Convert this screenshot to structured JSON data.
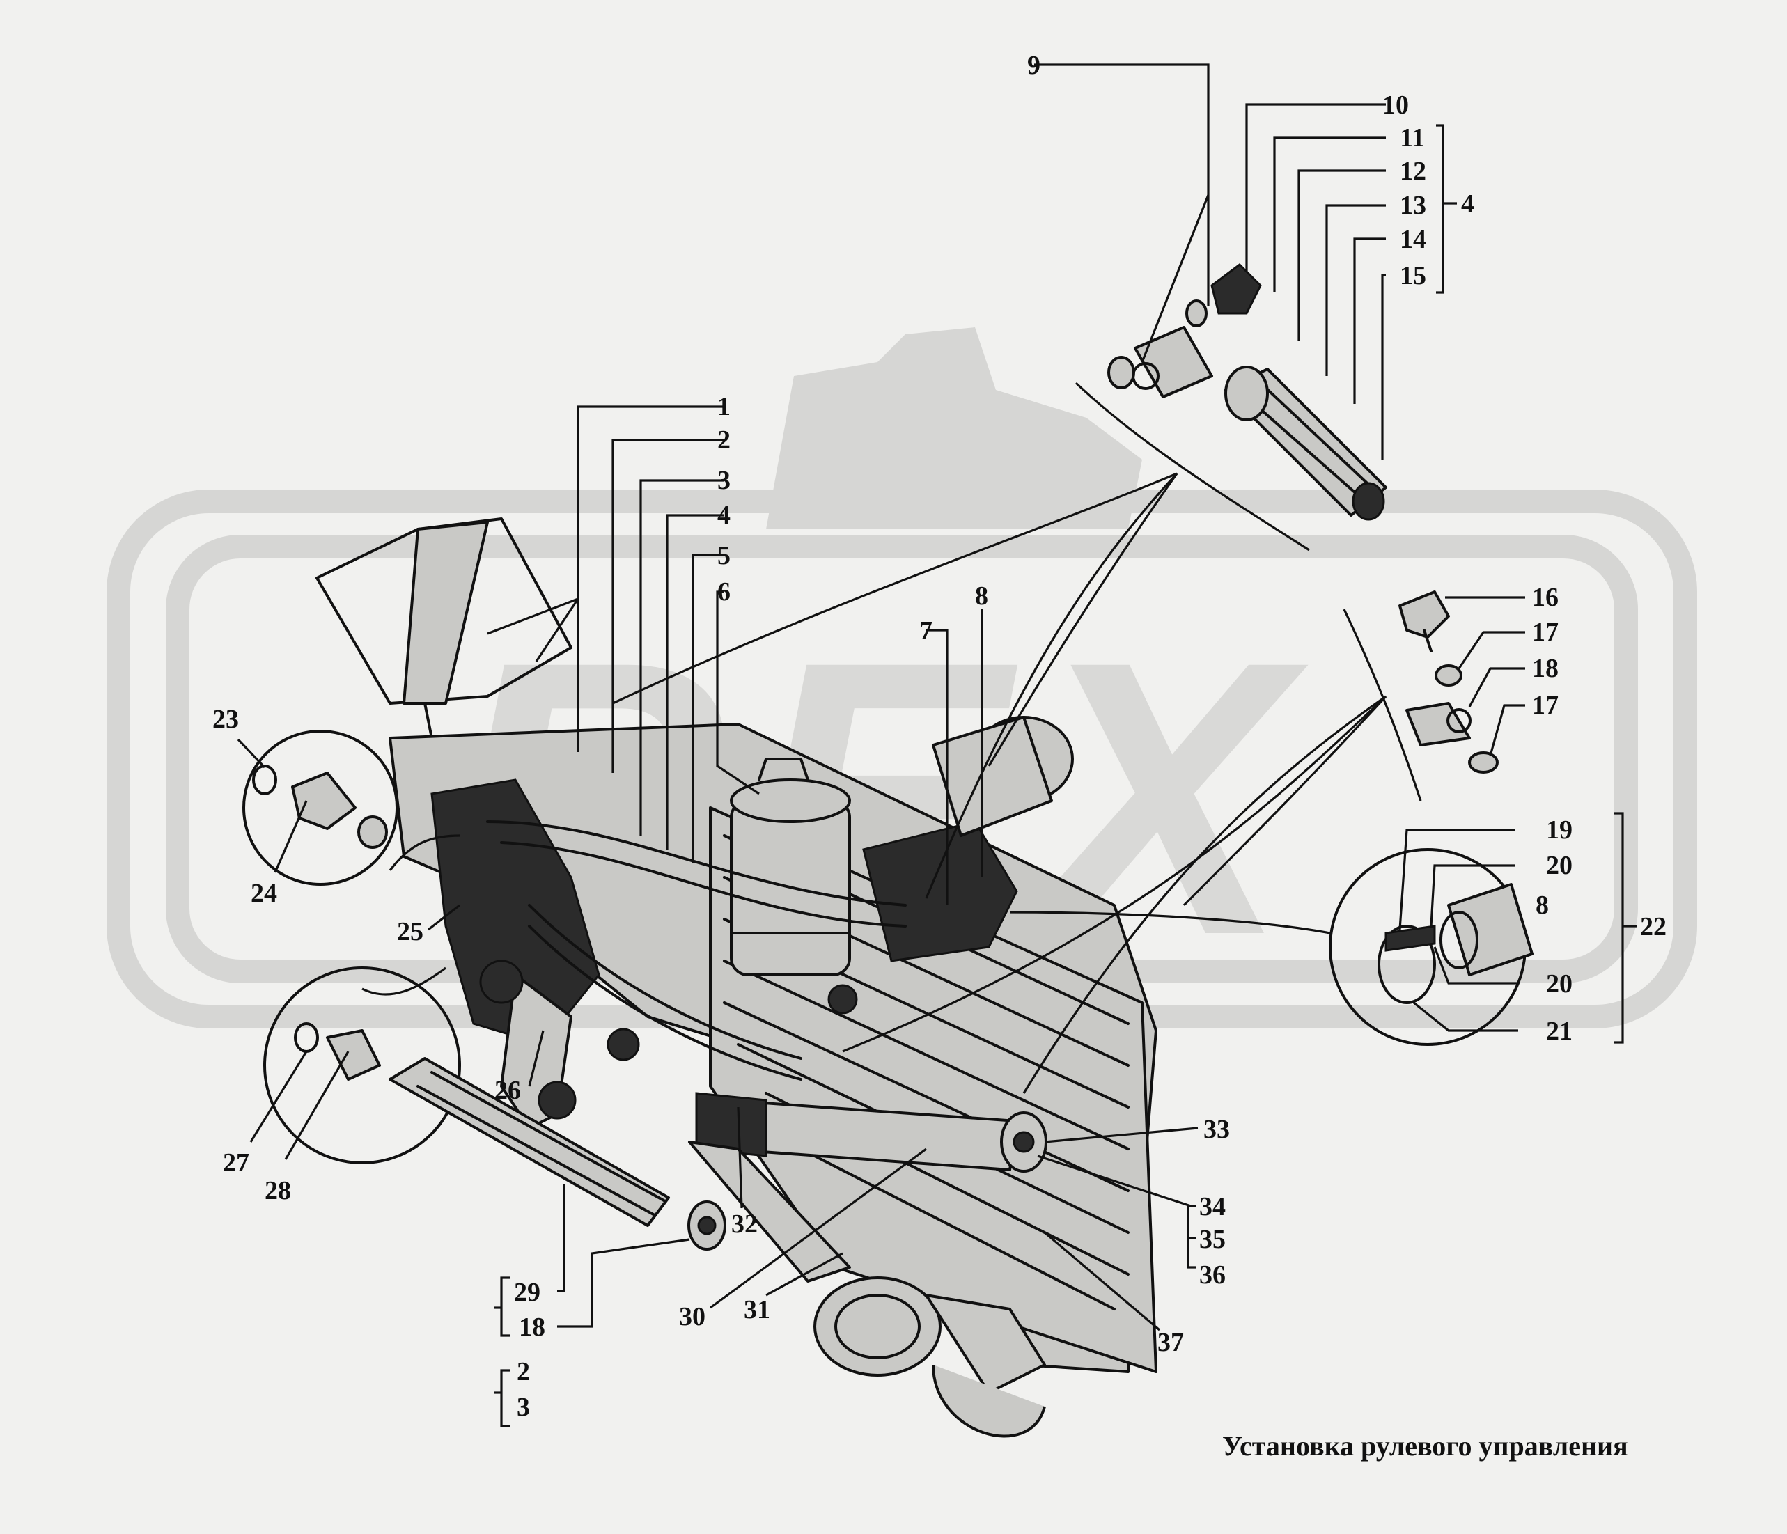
{
  "caption": "Установка рулевого управления",
  "callouts": {
    "n1": "1",
    "n2": "2",
    "n3": "3",
    "n4": "4",
    "n5": "5",
    "n6": "6",
    "n7": "7",
    "n8": "8",
    "n9": "9",
    "n10": "10",
    "n11": "11",
    "n12": "12",
    "n13": "13",
    "n14": "14",
    "n15": "15",
    "n16": "16",
    "n17": "17",
    "n18": "18",
    "n19": "19",
    "n20": "20",
    "n21": "21",
    "n22": "22",
    "n23": "23",
    "n24": "24",
    "n25": "25",
    "n26": "26",
    "n27": "27",
    "n28": "28",
    "n29": "29",
    "n30": "30",
    "n31": "31",
    "n32": "32",
    "n33": "33",
    "n34": "34",
    "n35": "35",
    "n36": "36",
    "n37": "37"
  },
  "watermark_letters": [
    "R",
    "E",
    "X"
  ],
  "colors": {
    "line": "#111111",
    "background": "#f1f1ef",
    "watermark": "#d6d6d4"
  }
}
